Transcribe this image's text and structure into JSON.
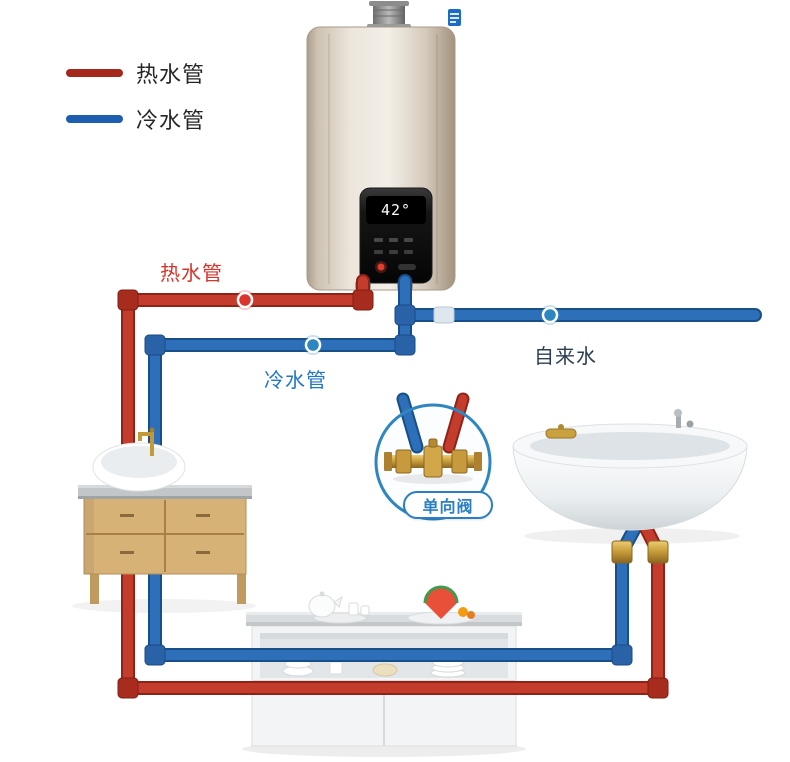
{
  "colors": {
    "hot_pipe": "#c43c2c",
    "hot_pipe_dark": "#8f2318",
    "cold_pipe": "#2e6fba",
    "cold_pipe_dark": "#174f86",
    "legend_hot": "#a5281c",
    "legend_cold": "#1d5fae",
    "callout_hot_text": "#d9342b",
    "callout_cold_text": "#2176c7",
    "tap_label_text": "#2c3e50",
    "valve_accent": "#2b7fc1",
    "brass": "#c49a38",
    "heater_body": "#e9e3d9"
  },
  "legend": {
    "hot_label": "热水管",
    "cold_label": "冷水管"
  },
  "callouts": {
    "hot_pipe": "热水管",
    "cold_pipe": "冷水管",
    "tap_water": "自来水",
    "check_valve": "单向阀"
  },
  "heater": {
    "display_temp": "42°"
  }
}
